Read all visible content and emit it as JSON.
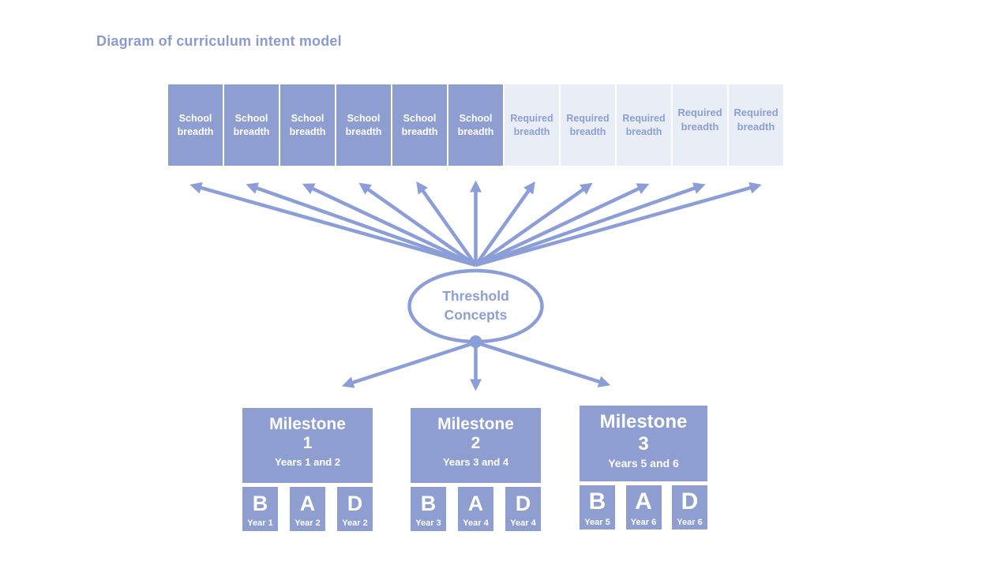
{
  "title": "Diagram of curriculum intent model",
  "colors": {
    "primary_box": "#8e9ed1",
    "light_box": "#e9edf6",
    "arrow_stroke": "#8c9ed8",
    "text_on_primary": "#ffffff",
    "blue_text": "#8b9fd3",
    "title_text": "#8a9bd0"
  },
  "breadth_boxes": [
    {
      "label": "School breadth",
      "variant": "solid"
    },
    {
      "label": "School breadth",
      "variant": "solid"
    },
    {
      "label": "School breadth",
      "variant": "solid"
    },
    {
      "label": "School breadth",
      "variant": "solid"
    },
    {
      "label": "School breadth",
      "variant": "solid"
    },
    {
      "label": "School breadth",
      "variant": "solid"
    },
    {
      "label": "Required breadth",
      "variant": "light"
    },
    {
      "label": "Required breadth",
      "variant": "light"
    },
    {
      "label": "Required breadth",
      "variant": "light"
    },
    {
      "label": "Required breadth",
      "variant": "light"
    },
    {
      "label": "Required breadth",
      "variant": "light"
    }
  ],
  "hub": {
    "line1": "Threshold",
    "line2": "Concepts"
  },
  "milestones": [
    {
      "name": "Milestone",
      "number": "1",
      "years": "Years 1 and 2",
      "units": [
        {
          "letter": "B",
          "year": "Year 1"
        },
        {
          "letter": "A",
          "year": "Year 2"
        },
        {
          "letter": "D",
          "year": "Year 2"
        }
      ]
    },
    {
      "name": "Milestone",
      "number": "2",
      "years": "Years 3 and 4",
      "units": [
        {
          "letter": "B",
          "year": "Year 3"
        },
        {
          "letter": "A",
          "year": "Year 4"
        },
        {
          "letter": "D",
          "year": "Year 4"
        }
      ]
    },
    {
      "name": "Milestone",
      "number": "3",
      "years": "Years 5 and 6",
      "units": [
        {
          "letter": "B",
          "year": "Year 5"
        },
        {
          "letter": "A",
          "year": "Year 6"
        },
        {
          "letter": "D",
          "year": "Year 6"
        }
      ]
    }
  ]
}
